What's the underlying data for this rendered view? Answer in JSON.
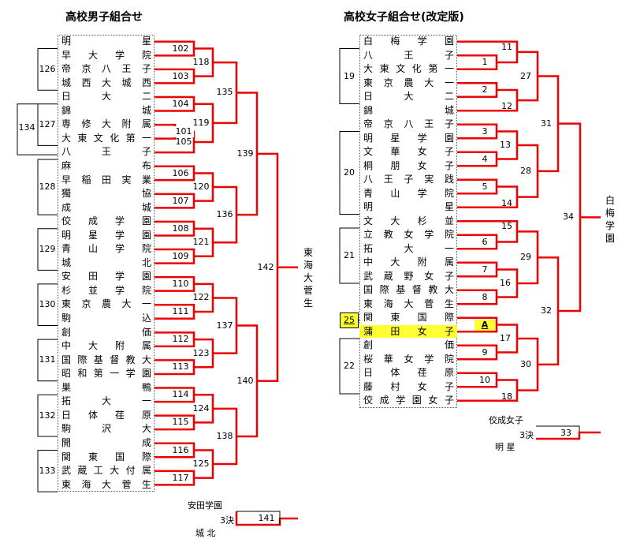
{
  "boys": {
    "title": "高校男子組合せ",
    "teams": [
      "明星",
      "早大学院",
      "帝京八王子",
      "城西大城西",
      "日大二",
      "錦城",
      "専修大附属",
      "大東文化第一",
      "八王子",
      "麻布",
      "早稲田実業",
      "獨協",
      "成城",
      "佼成学園",
      "明星学園",
      "青山学院",
      "城北",
      "安田学園",
      "杉並学院",
      "東京農大一",
      "駒込",
      "創価",
      "中大附属",
      "国際基督教大",
      "昭和第一学園",
      "巣鴨",
      "拓大一",
      "日体荏原",
      "駒沢大",
      "開成",
      "関東国際",
      "武蔵工大付属",
      "東海大菅生"
    ],
    "groups": [
      "126",
      "127",
      "134",
      "128",
      "129",
      "130",
      "131",
      "132",
      "133"
    ],
    "matches": [
      "102",
      "103",
      "118",
      "104",
      "101",
      "105",
      "119",
      "135",
      "106",
      "107",
      "120",
      "108",
      "109",
      "121",
      "136",
      "139",
      "110",
      "111",
      "122",
      "112",
      "113",
      "123",
      "137",
      "114",
      "115",
      "124",
      "116",
      "117",
      "125",
      "138",
      "140",
      "142"
    ],
    "champion": "東海大菅生",
    "third_label": "3決",
    "third_match": "141",
    "third_team_a": "安田学園",
    "third_team_b": "城 北"
  },
  "girls": {
    "title": "高校女子組合せ(改定版)",
    "teams": [
      "白梅学園",
      "八王子",
      "大東文化第一",
      "東京農大一",
      "日大二",
      "錦城",
      "帝京八王子",
      "明星学園",
      "文華女子",
      "桐朋女子",
      "八王子実践",
      "青山学院",
      "明星",
      "文大杉並",
      "立教女学院",
      "拓大一",
      "中大附属",
      "武蔵野女子",
      "国際基督教大",
      "東海大菅生",
      "関東国際",
      "蒲田女子",
      "創価",
      "桜華女学院",
      "日体荏原",
      "藤村女子",
      "佼成学園女子"
    ],
    "groups": [
      "19",
      "20",
      "21",
      "25",
      "22"
    ],
    "matches": [
      "11",
      "1",
      "27",
      "2",
      "12",
      "31",
      "3",
      "13",
      "4",
      "28",
      "5",
      "14",
      "34",
      "15",
      "6",
      "29",
      "7",
      "16",
      "8",
      "32",
      "A",
      "17",
      "9",
      "30",
      "10",
      "18"
    ],
    "champion": "白梅学園",
    "third_label": "3決",
    "third_match": "33",
    "third_team_a": "佼成女子",
    "third_team_b": "明 星"
  },
  "colors": {
    "line": "#ee0000",
    "thin": "#000000",
    "highlight": "#ffff33"
  }
}
